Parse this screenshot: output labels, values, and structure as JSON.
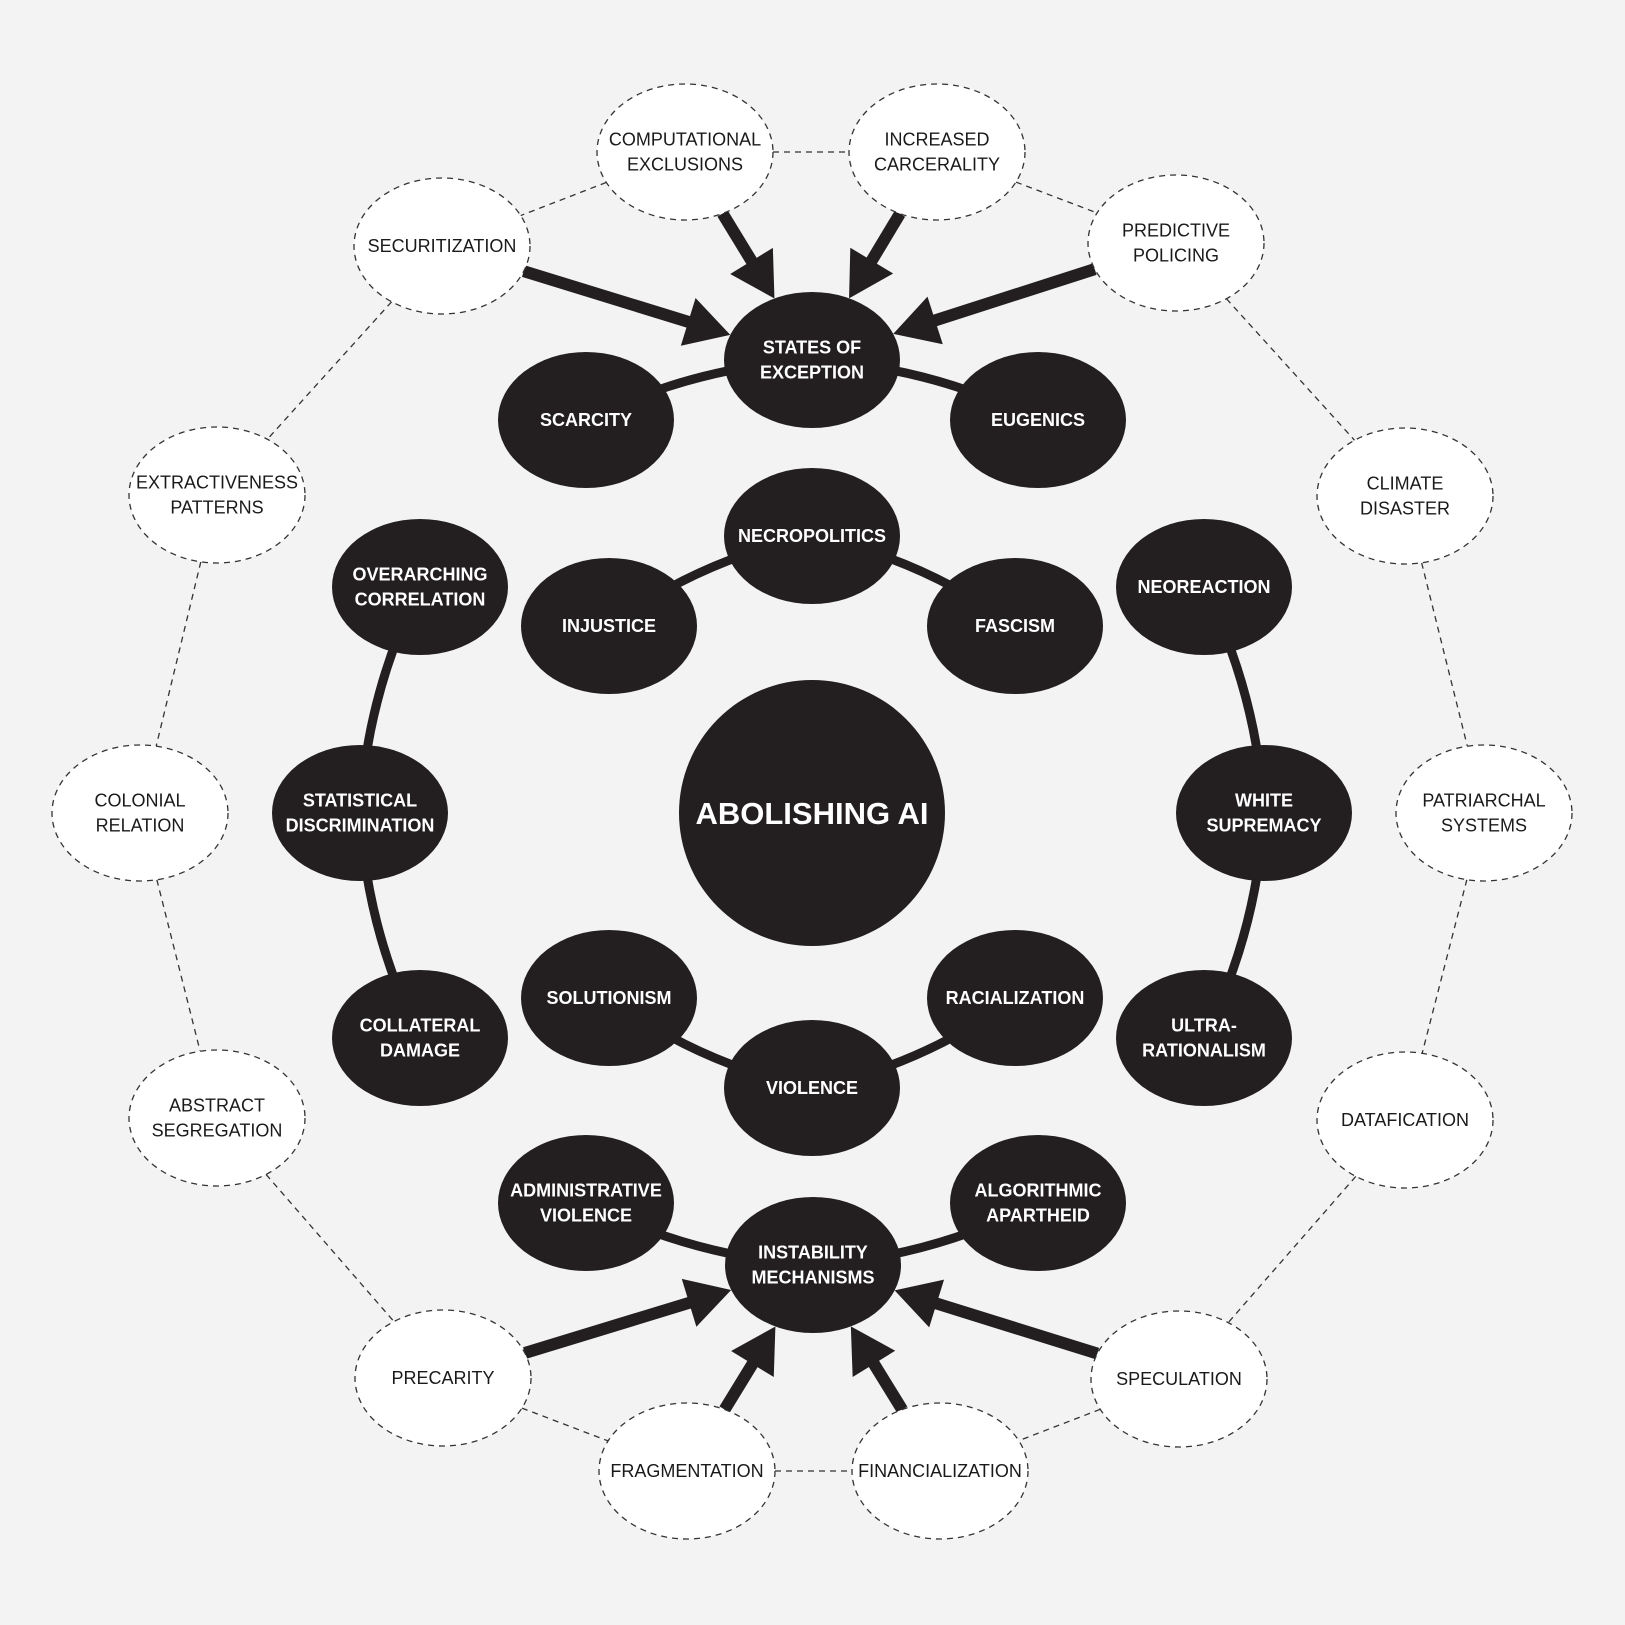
{
  "colors": {
    "background": "#f3f3f3",
    "dark_node": "#231f20",
    "light_node": "#ffffff",
    "text_light": "#1a1a1a",
    "text_dark": "#ffffff"
  },
  "center": {
    "label": "ABOLISHING AI"
  },
  "nodes": [
    {
      "id": "states-of-exception",
      "lines": [
        "STATES OF",
        "EXCEPTION"
      ]
    },
    {
      "id": "scarcity",
      "lines": [
        "SCARCITY"
      ]
    },
    {
      "id": "eugenics",
      "lines": [
        "EUGENICS"
      ]
    },
    {
      "id": "necropolitics",
      "lines": [
        "NECROPOLITICS"
      ]
    },
    {
      "id": "injustice",
      "lines": [
        "INJUSTICE"
      ]
    },
    {
      "id": "fascism",
      "lines": [
        "FASCISM"
      ]
    },
    {
      "id": "overarching-correlation",
      "lines": [
        "OVERARCHING",
        "CORRELATION"
      ]
    },
    {
      "id": "neoreaction",
      "lines": [
        "NEOREACTION"
      ]
    },
    {
      "id": "statistical-discrimination",
      "lines": [
        "STATISTICAL",
        "DISCRIMINATION"
      ]
    },
    {
      "id": "white-supremacy",
      "lines": [
        "WHITE",
        "SUPREMACY"
      ]
    },
    {
      "id": "solutionism",
      "lines": [
        "SOLUTIONISM"
      ]
    },
    {
      "id": "racialization",
      "lines": [
        "RACIALIZATION"
      ]
    },
    {
      "id": "collateral-damage",
      "lines": [
        "COLLATERAL",
        "DAMAGE"
      ]
    },
    {
      "id": "ultra-rationalism",
      "lines": [
        "ULTRA-",
        "RATIONALISM"
      ]
    },
    {
      "id": "violence",
      "lines": [
        "VIOLENCE"
      ]
    },
    {
      "id": "administrative-violence",
      "lines": [
        "ADMINISTRATIVE",
        "VIOLENCE"
      ]
    },
    {
      "id": "algorithmic-apartheid",
      "lines": [
        "ALGORITHMIC",
        "APARTHEID"
      ]
    },
    {
      "id": "instability-mechanisms",
      "lines": [
        "INSTABILITY",
        "MECHANISMS"
      ]
    },
    {
      "id": "computational-exclusions",
      "lines": [
        "COMPUTATIONAL",
        "EXCLUSIONS"
      ]
    },
    {
      "id": "increased-carcerality",
      "lines": [
        "INCREASED",
        "CARCERALITY"
      ]
    },
    {
      "id": "securitization",
      "lines": [
        "SECURITIZATION"
      ]
    },
    {
      "id": "predictive-policing",
      "lines": [
        "PREDICTIVE",
        "POLICING"
      ]
    },
    {
      "id": "extractiveness-patterns",
      "lines": [
        "EXTRACTIVENESS",
        "PATTERNS"
      ]
    },
    {
      "id": "climate-disaster",
      "lines": [
        "CLIMATE",
        "DISASTER"
      ]
    },
    {
      "id": "colonial-relation",
      "lines": [
        "COLONIAL",
        "RELATION"
      ]
    },
    {
      "id": "patriarchal-systems",
      "lines": [
        "PATRIARCHAL",
        "SYSTEMS"
      ]
    },
    {
      "id": "abstract-segregation",
      "lines": [
        "ABSTRACT",
        "SEGREGATION"
      ]
    },
    {
      "id": "datafication",
      "lines": [
        "DATAFICATION"
      ]
    },
    {
      "id": "precarity",
      "lines": [
        "PRECARITY"
      ]
    },
    {
      "id": "speculation",
      "lines": [
        "SPECULATION"
      ]
    },
    {
      "id": "fragmentation",
      "lines": [
        "FRAGMENTATION"
      ]
    },
    {
      "id": "financialization",
      "lines": [
        "FINANCIALIZATION"
      ]
    }
  ]
}
